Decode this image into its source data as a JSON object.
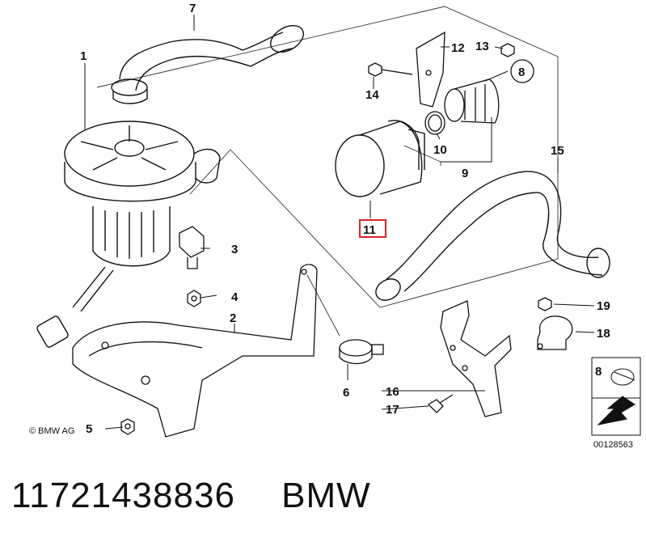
{
  "callouts": {
    "c1": "1",
    "c2": "2",
    "c3": "3",
    "c4": "4",
    "c5": "5",
    "c6": "6",
    "c7": "7",
    "c8": "8",
    "c8b": "8",
    "c9": "9",
    "c10": "10",
    "c11": "11",
    "c12": "12",
    "c13": "13",
    "c14": "14",
    "c15": "15",
    "c16": "16",
    "c17": "17",
    "c18": "18",
    "c19": "19"
  },
  "copyright": "© BMW AG",
  "drawing_number": "00128563",
  "part_number": "11721438836",
  "brand": "BMW",
  "colors": {
    "highlight_box": "#d9252a",
    "line": "#111111"
  }
}
